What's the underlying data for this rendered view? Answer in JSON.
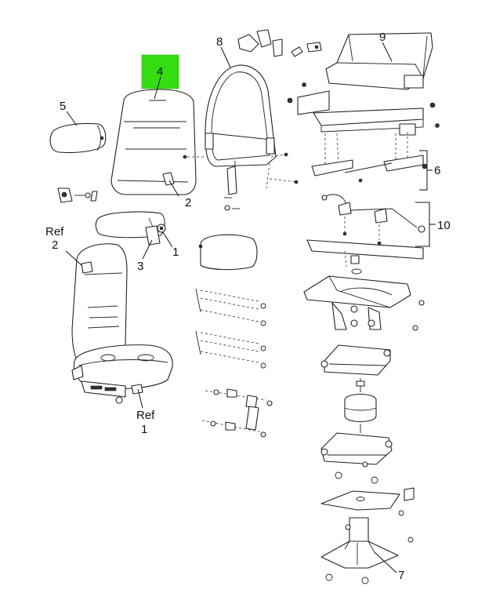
{
  "callouts": {
    "c1": "1",
    "c2": "2",
    "c3": "3",
    "c4": "4",
    "c5": "5",
    "c6": "6",
    "c7": "7",
    "c8": "8",
    "c9": "9",
    "c10": "10",
    "ref_word_top": "Ref",
    "ref_num_top": "2",
    "ref_word_bottom": "Ref",
    "ref_num_bottom": "1"
  },
  "highlight": {
    "color": "#33dd11",
    "part": "4"
  }
}
